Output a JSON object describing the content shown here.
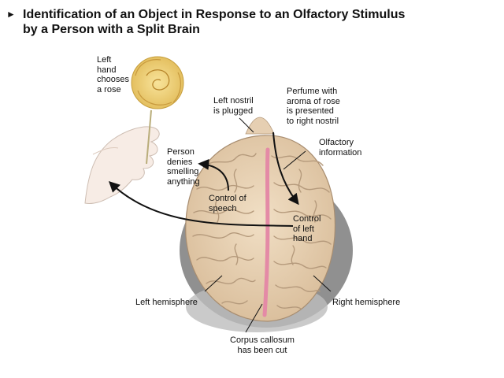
{
  "title": {
    "bullet": "►",
    "line1": "Identification of an Object in Response to an Olfactory Stimulus",
    "line2": "by a Person with a Split Brain"
  },
  "labels": {
    "left_hand": "Left\nhand\nchooses\na rose",
    "left_nostril": "Left nostril\nis plugged",
    "perfume": "Perfume with\naroma of rose\nis presented\nto right nostril",
    "olfactory": "Olfactory\ninformation",
    "denies": "Person\ndenies\nsmelling\nanything",
    "speech": "Control of\nspeech",
    "control_left_hand": "Control\nof left\nhand",
    "left_hemisphere": "Left hemisphere",
    "right_hemisphere": "Right hemisphere",
    "corpus": "Corpus callosum\nhas been cut"
  },
  "colors": {
    "brain": "#e8d2b4",
    "brain_fold": "#b59a7c",
    "corpus_callosum": "#e48aa6",
    "rose": "#f2d77e",
    "hand": "#f7ece5",
    "shadow": "#8a8a8a"
  }
}
